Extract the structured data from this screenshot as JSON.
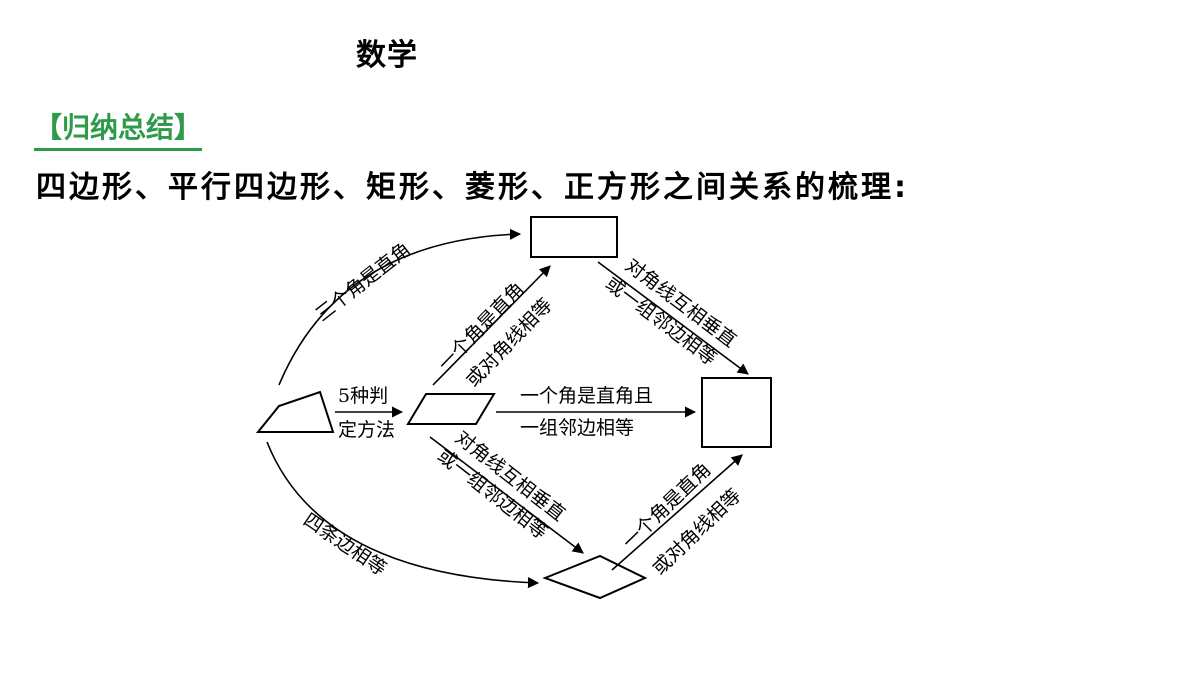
{
  "header": {
    "subject": "数学",
    "section_heading": "【归纳总结】"
  },
  "intro": "四边形、平行四边形、矩形、菱形、正方形之间关系的梳理:",
  "diagram": {
    "labels": {
      "three_right_angles": "三个角是直角",
      "five_methods_1": "5种判",
      "five_methods_2": "定方法",
      "para_to_rect_1": "一个角是直角",
      "para_to_rect_2": "或对角线相等",
      "rect_to_square_1": "对角线互相垂直",
      "rect_to_square_2": "或一组邻边相等",
      "para_to_square_1": "一个角是直角且",
      "para_to_square_2": "一组邻边相等",
      "para_to_rhombus_1": "对角线互相垂直",
      "para_to_rhombus_2": "或一组邻边相等",
      "rhombus_to_square_1": "一个角是直角",
      "rhombus_to_square_2": "或对角线相等",
      "four_equal_sides": "四条边相等"
    }
  }
}
